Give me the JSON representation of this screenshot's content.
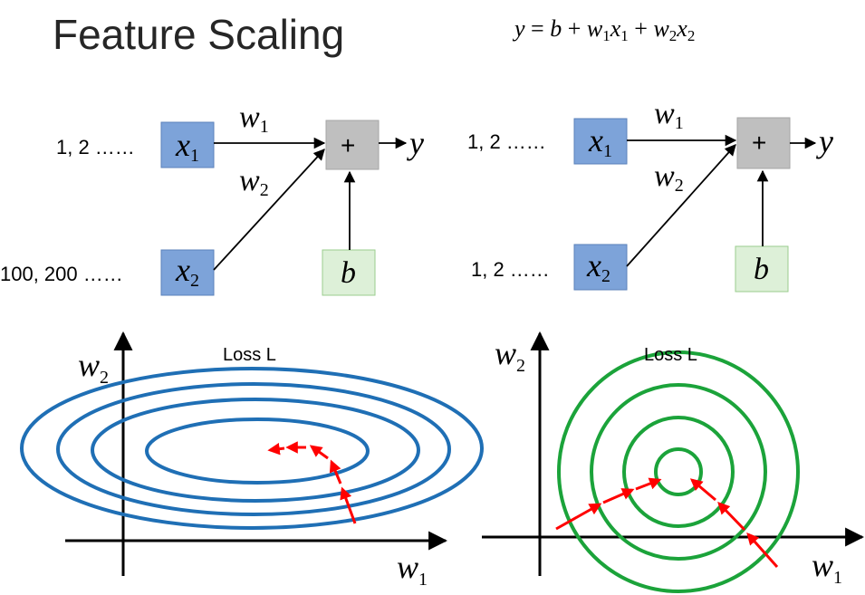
{
  "title": "Feature Scaling",
  "equation": {
    "y": "y",
    "eq": " = ",
    "b": "b",
    "plus1": " + ",
    "w1": "w",
    "w1_sub": "1",
    "x1": "x",
    "x1_sub": "1",
    "plus2": " + ",
    "w2": "w",
    "w2_sub": "2",
    "x2": "x",
    "x2_sub": "2"
  },
  "left_network": {
    "x1_values": "1, 2 ……",
    "x2_values": "100, 200 ……",
    "x1_var": "x",
    "x1_sub": "1",
    "x2_var": "x",
    "x2_sub": "2",
    "w1_var": "w",
    "w1_sub": "1",
    "w2_var": "w",
    "w2_sub": "2",
    "sum": "+",
    "output": "y",
    "bias": "b"
  },
  "right_network": {
    "x1_values": "1, 2 ……",
    "x2_values": "1, 2 ……",
    "x1_var": "x",
    "x1_sub": "1",
    "x2_var": "x",
    "x2_sub": "2",
    "w1_var": "w",
    "w1_sub": "1",
    "w2_var": "w",
    "w2_sub": "2",
    "sum": "+",
    "output": "y",
    "bias": "b"
  },
  "left_plot": {
    "label": "Loss L",
    "x_axis_var": "w",
    "x_axis_sub": "1",
    "y_axis_var": "w",
    "y_axis_sub": "2",
    "contour_color": "#1F6FB5",
    "path_color": "#FF0000"
  },
  "right_plot": {
    "label": "Loss L",
    "x_axis_var": "w",
    "x_axis_sub": "1",
    "y_axis_var": "w",
    "y_axis_sub": "2",
    "contour_color": "#1BA33A",
    "path_color": "#FF0000"
  },
  "colors": {
    "input_fill": "#7DA3D9",
    "input_stroke": "#5B82BA",
    "sum_fill": "#BFBFBF",
    "bias_fill": "#DDF0D8",
    "bias_stroke": "#9ACD8E"
  }
}
